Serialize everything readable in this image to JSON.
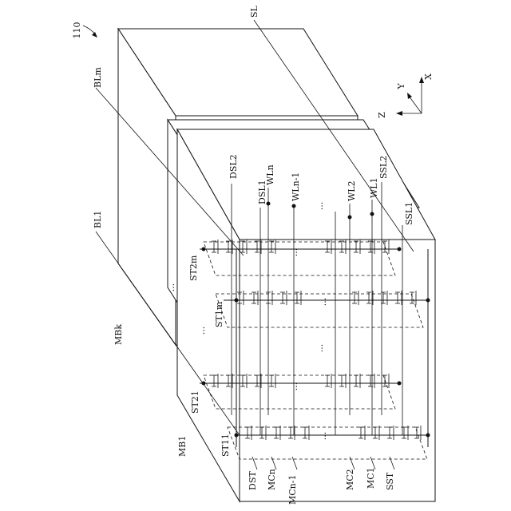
{
  "figure": {
    "ref": "110",
    "axes": {
      "x": "X",
      "y": "Y",
      "z": "Z"
    },
    "blocks": {
      "front": "MB1",
      "back": "MBk"
    },
    "lines": {
      "bit_first": "BL1",
      "bit_last": "BLm",
      "source": "SL"
    },
    "select_lines": {
      "dsl1": "DSL1",
      "dsl2": "DSL2",
      "ssl1": "SSL1",
      "ssl2": "SSL2"
    },
    "word_lines": {
      "wln": "WLn",
      "wln_1": "WLn-1",
      "wl2": "WL2",
      "wl1": "WL1"
    },
    "strings": {
      "st11": "ST11",
      "st21": "ST21",
      "st1m": "ST1m",
      "st2m": "ST2m"
    },
    "transistors": {
      "dst": "DST",
      "mcn": "MCn",
      "mcn_1": "MCn-1",
      "mc2": "MC2",
      "mc1": "MC1",
      "sst": "SST"
    },
    "ellipsis": "..."
  }
}
